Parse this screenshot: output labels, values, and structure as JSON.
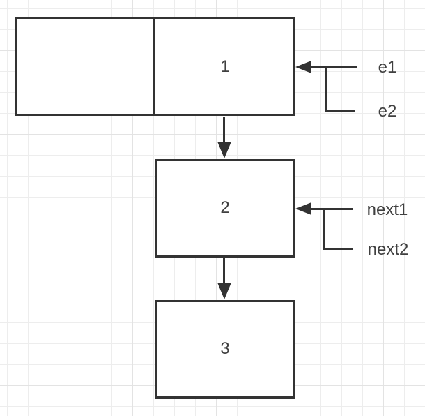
{
  "canvas": {
    "background_color": "#ffffff",
    "grid_minor_color": "#ededed",
    "grid_major_color": "#e3e3e3",
    "stroke_color": "#333333",
    "text_color": "#404040"
  },
  "nodes": {
    "head": {
      "data_cell_label": "",
      "next_cell_label": "1"
    },
    "second": {
      "label": "2"
    },
    "third": {
      "label": "3"
    }
  },
  "pointers": {
    "e1": "e1",
    "e2": "e2",
    "next1": "next1",
    "next2": "next2"
  }
}
